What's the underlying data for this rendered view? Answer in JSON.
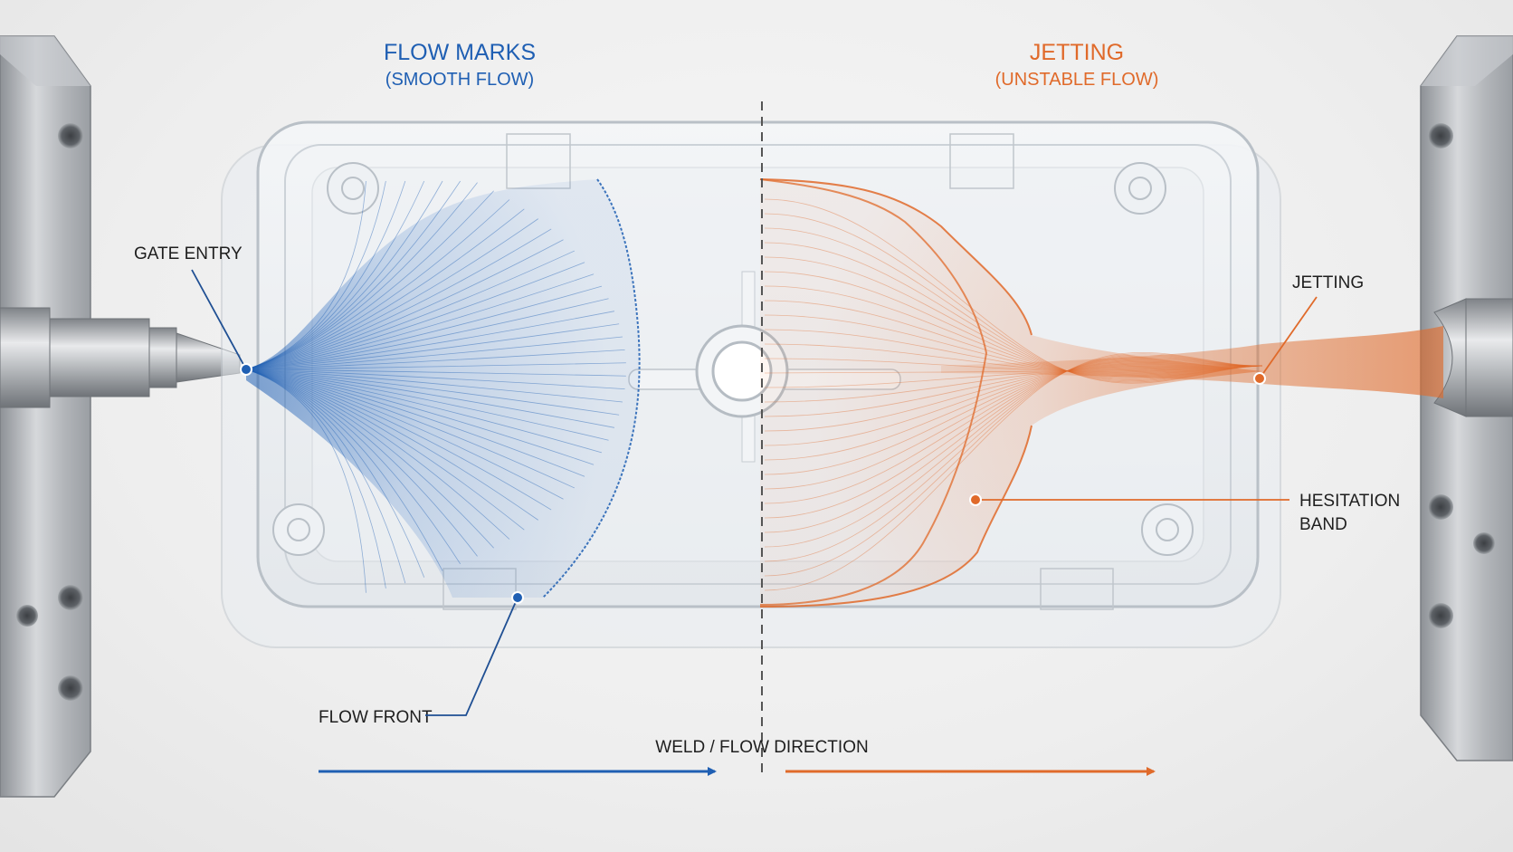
{
  "headings": {
    "left": {
      "title": "FLOW MARKS",
      "subtitle": "(SMOOTH FLOW)"
    },
    "right": {
      "title": "JETTING",
      "subtitle": "(UNSTABLE FLOW)"
    }
  },
  "callouts": {
    "gate_entry": "GATE ENTRY",
    "flow_front": "FLOW FRONT",
    "jetting": "JETTING",
    "hesitation_band_line1": "HESITATION",
    "hesitation_band_line2": "BAND"
  },
  "direction_label": "WELD / FLOW DIRECTION",
  "colors": {
    "smooth_flow": "#1f5fb3",
    "unstable_flow": "#e06a2a",
    "label_text": "#1e1e1e",
    "center_divider": "#555555",
    "steel": "#b9bcc0"
  }
}
